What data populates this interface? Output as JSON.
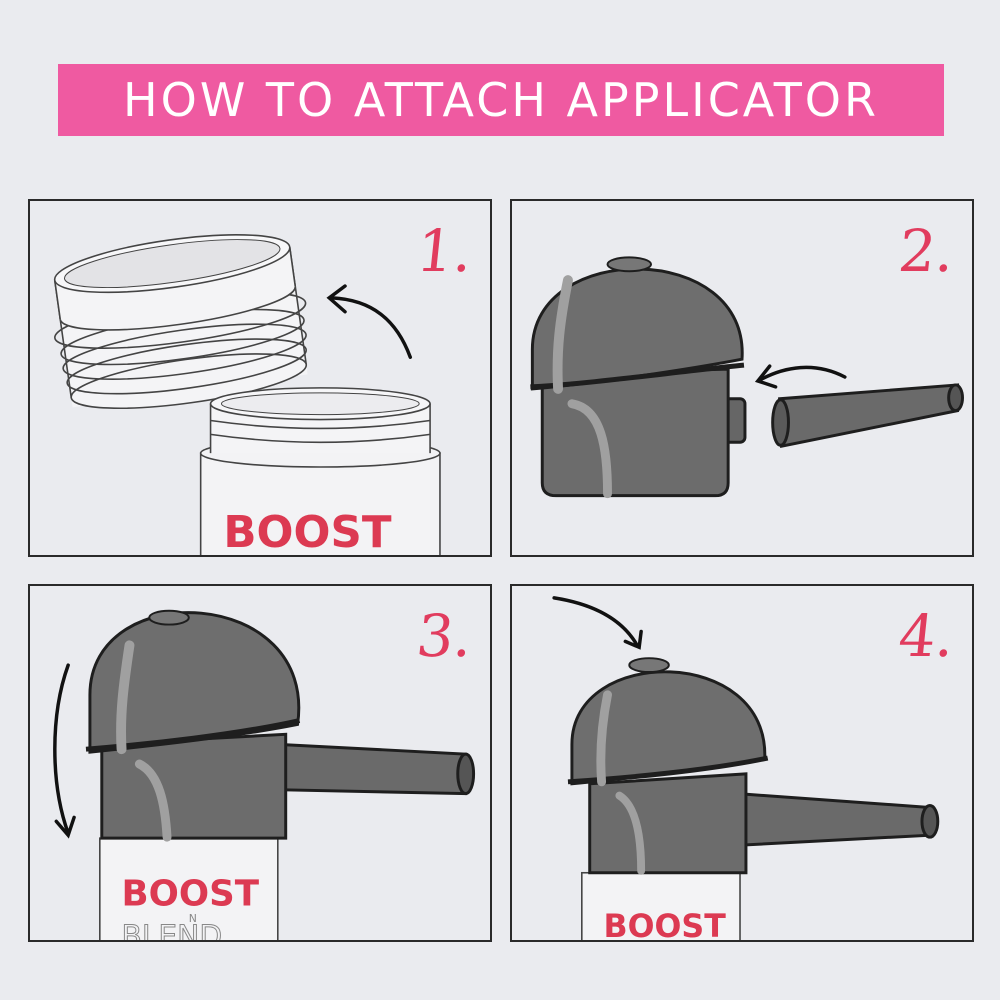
{
  "header": {
    "title": "HOW TO ATTACH APPLICATOR"
  },
  "colors": {
    "banner": "#ef5aa1",
    "brand_text": "#dc3a52",
    "step_number": "#e13c5e",
    "applicator": "#6c6c6c",
    "background": "#eaebef"
  },
  "steps": [
    {
      "number": "1.",
      "brand": "BOOST",
      "icons": [
        "shaker-lid-icon",
        "curved-arrow-icon",
        "bottle-icon"
      ]
    },
    {
      "number": "2.",
      "icons": [
        "applicator-dome-icon",
        "nozzle-tube-icon",
        "curved-arrow-icon"
      ]
    },
    {
      "number": "3.",
      "brand": "BOOST",
      "sub_brand_n": "N",
      "sub_brand": "BLEND",
      "icons": [
        "applicator-dome-icon",
        "rotate-arrow-icon",
        "bottle-icon"
      ]
    },
    {
      "number": "4.",
      "brand": "BOOST",
      "icons": [
        "applicator-dome-icon",
        "down-arrow-icon",
        "bottle-icon"
      ]
    }
  ]
}
